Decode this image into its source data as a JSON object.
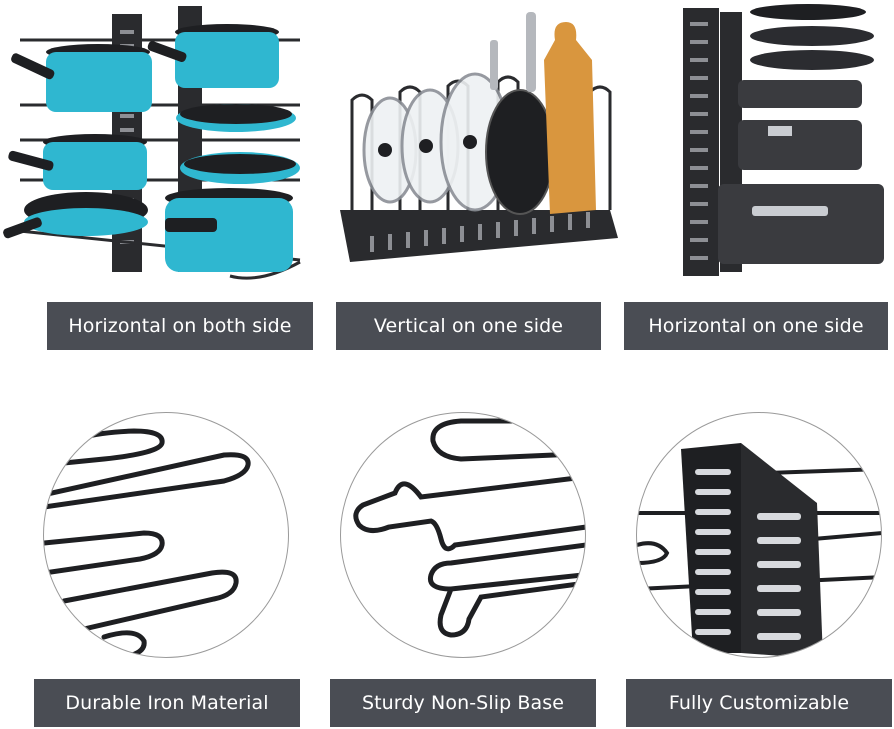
{
  "top_row": [
    {
      "label": "Horizontal on both side",
      "image": "pot-rack-horizontal-both-sides-photo"
    },
    {
      "label": "Vertical on one side",
      "image": "pan-lid-rack-vertical-photo"
    },
    {
      "label": "Horizontal on one side",
      "image": "pan-rack-horizontal-one-side-photo"
    }
  ],
  "bottom_row": [
    {
      "label": "Durable Iron Material",
      "image": "iron-wire-closeup"
    },
    {
      "label": "Sturdy Non-Slip Base",
      "image": "non-slip-base-closeup"
    },
    {
      "label": "Fully Customizable",
      "image": "adjustable-frame-closeup"
    }
  ],
  "colors": {
    "label_bg": "#4a4d54",
    "label_text": "#ffffff",
    "pot_teal": "#2fb7d0",
    "rack_black": "#1e1f22"
  }
}
